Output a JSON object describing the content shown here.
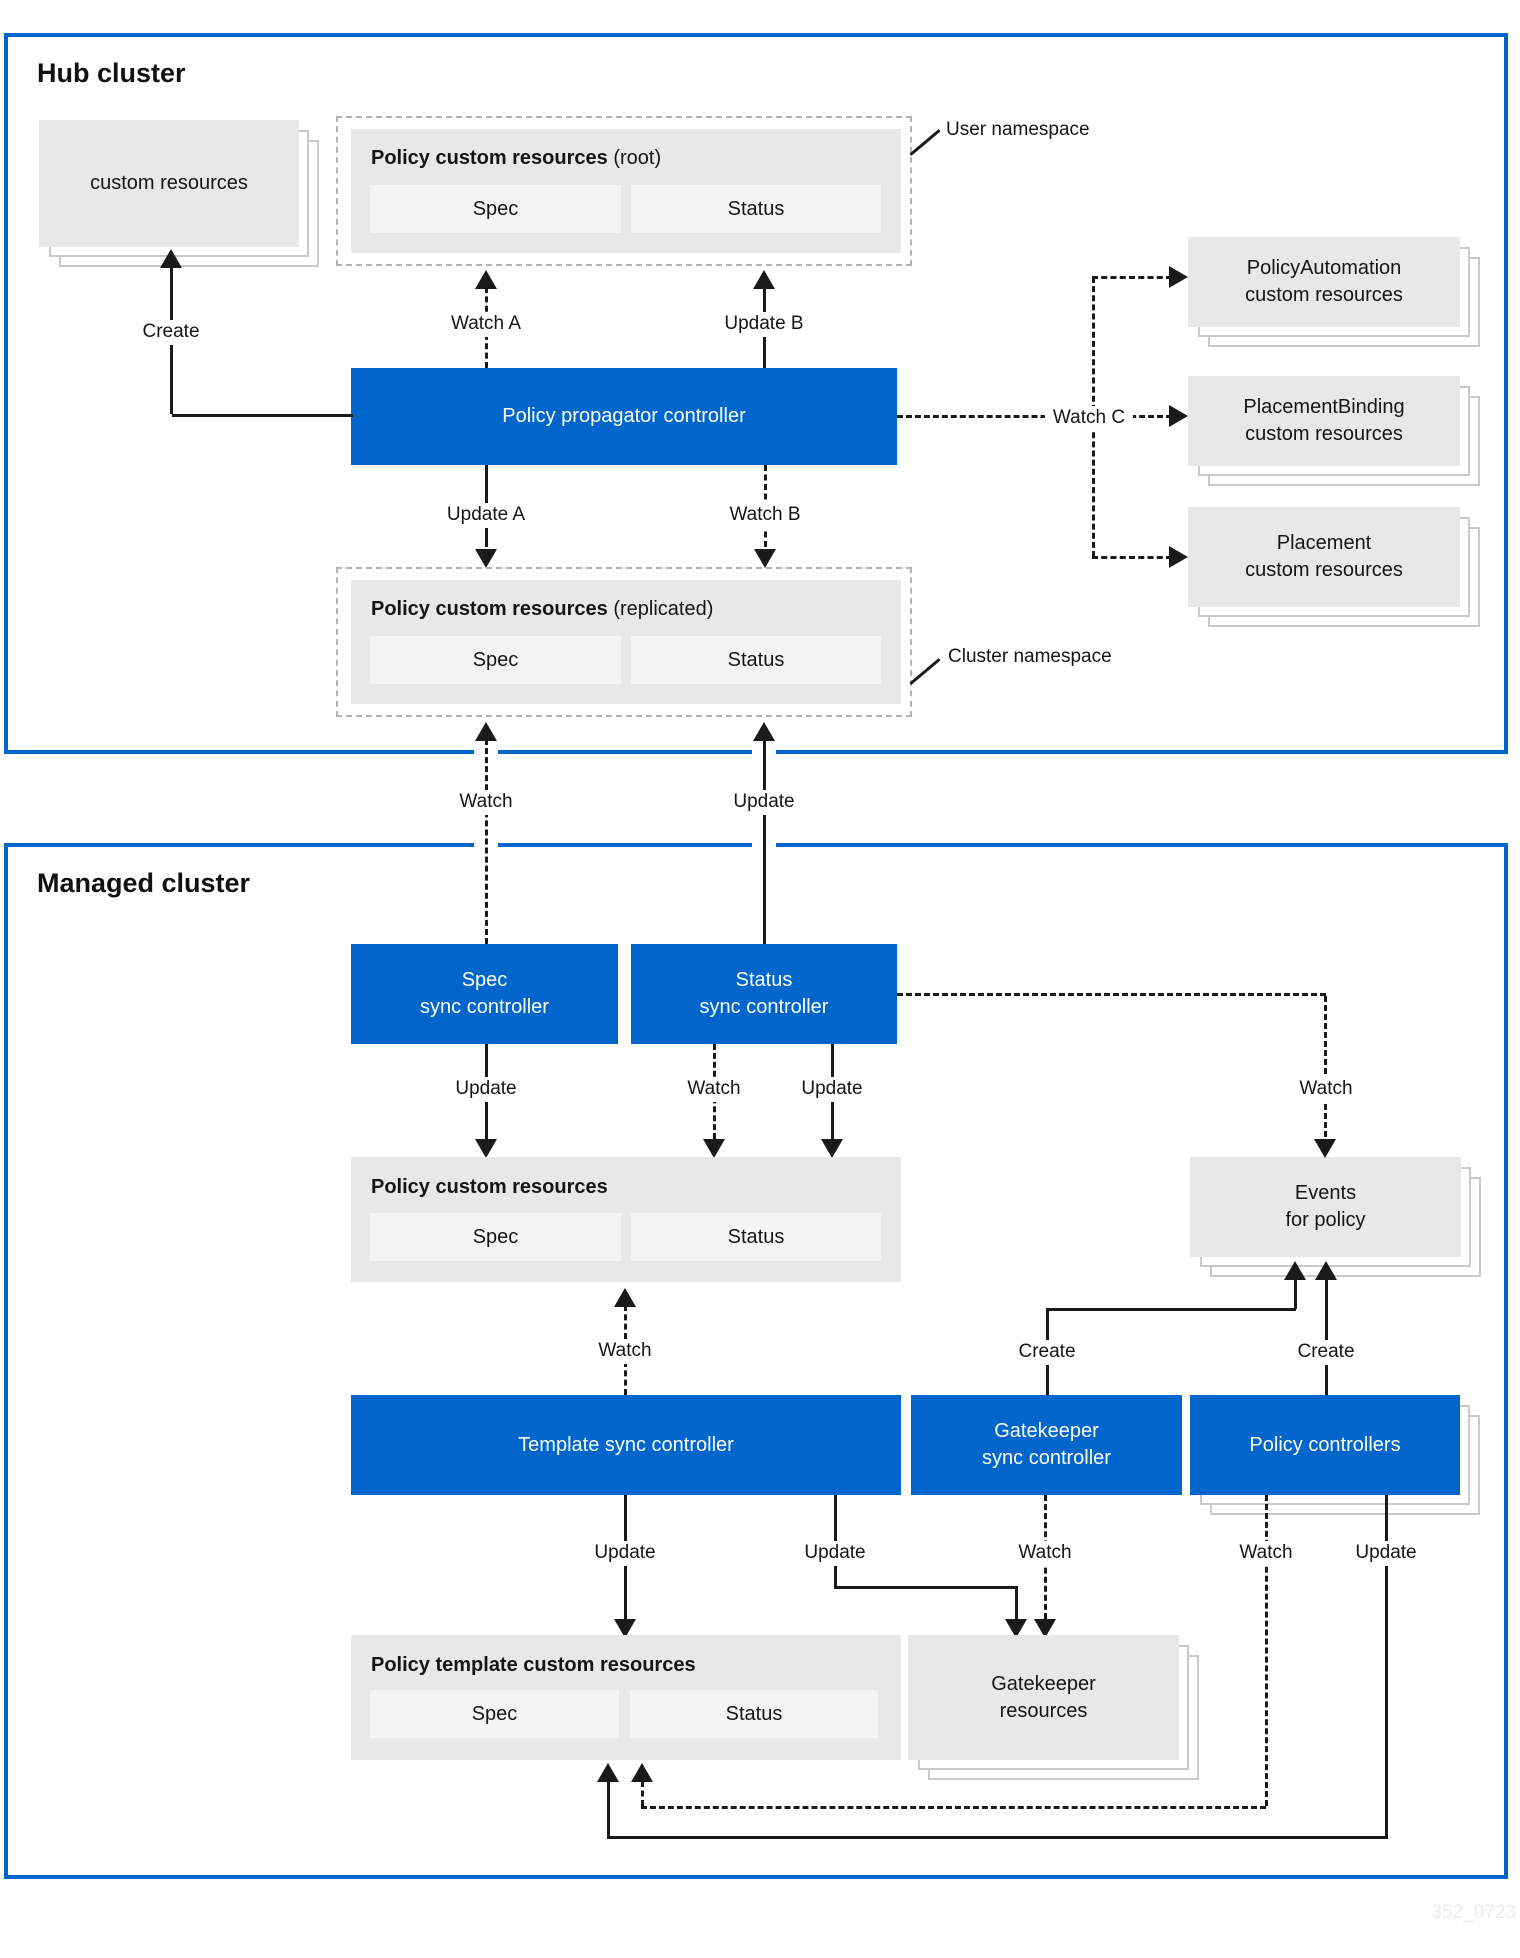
{
  "colors": {
    "blue": "#0066cc",
    "panel": "#e8e8e8",
    "subbox": "#f4f4f4",
    "line": "#1a1a1a",
    "stack_border": "#c9c9c9",
    "dash_border": "#b3b3b3",
    "text": "#151515",
    "watermark": "#ececec"
  },
  "watermark": "352_0723",
  "hub": {
    "title": "Hub cluster",
    "custom_resources_label": "custom resources",
    "user_namespace_label": "User namespace",
    "cluster_namespace_label": "Cluster namespace",
    "propagator_label": "Policy propagator controller",
    "policy_root": {
      "title": "Policy custom resources",
      "qualifier": " (root)",
      "spec": "Spec",
      "status": "Status"
    },
    "policy_replicated": {
      "title": "Policy custom resources",
      "qualifier": " (replicated)",
      "spec": "Spec",
      "status": "Status"
    },
    "policy_automation_label": "PolicyAutomation\ncustom resources",
    "placement_binding_label": "PlacementBinding\ncustom resources",
    "placement_label": "Placement\ncustom resources",
    "edges": {
      "create": "Create",
      "watch_a": "Watch A",
      "update_b": "Update B",
      "update_a": "Update A",
      "watch_b": "Watch B",
      "watch_c": "Watch C"
    }
  },
  "bridge": {
    "watch": "Watch",
    "update": "Update"
  },
  "managed": {
    "title": "Managed cluster",
    "spec_sync_label": "Spec\nsync controller",
    "status_sync_label": "Status\nsync controller",
    "policy_cr": {
      "title": "Policy custom resources",
      "spec": "Spec",
      "status": "Status"
    },
    "events_label": "Events\nfor policy",
    "template_sync_label": "Template sync controller",
    "gatekeeper_sync_label": "Gatekeeper\nsync controller",
    "policy_controllers_label": "Policy controllers",
    "policy_template": {
      "title": "Policy template custom resources",
      "spec": "Spec",
      "status": "Status"
    },
    "gatekeeper_resources_label": "Gatekeeper\nresources",
    "edges": {
      "spec_update": "Update",
      "status_watch": "Watch",
      "status_update": "Update",
      "events_watch": "Watch",
      "create_left": "Create",
      "create_right": "Create",
      "template_watch": "Watch",
      "template_update_left": "Update",
      "template_update_right": "Update",
      "gatekeeper_watch": "Watch",
      "pc_watch": "Watch",
      "pc_update": "Update"
    }
  }
}
